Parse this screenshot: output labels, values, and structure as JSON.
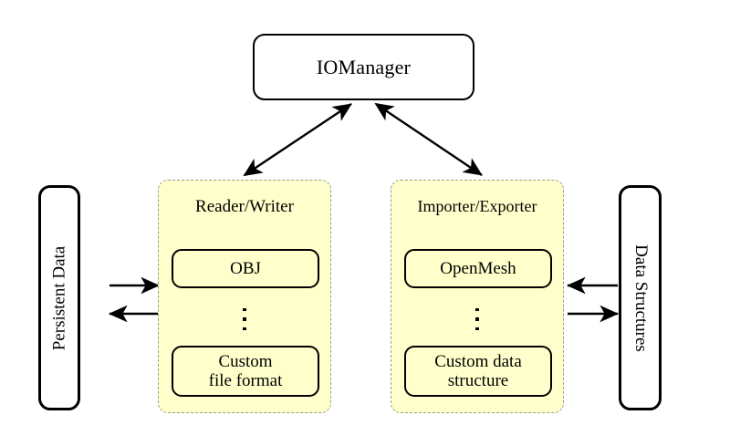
{
  "diagram": {
    "title_node": {
      "label": "IOManager"
    },
    "panels": [
      {
        "id": "reader-writer",
        "title": "Reader/Writer",
        "first_item": "OBJ",
        "last_item_line1": "Custom",
        "last_item_line2": "file format",
        "ellipsis": "vertical-dots"
      },
      {
        "id": "importer-exporter",
        "title": "Importer/Exporter",
        "first_item": "OpenMesh",
        "last_item_line1": "Custom data",
        "last_item_line2": "structure",
        "ellipsis": "vertical-dots"
      }
    ],
    "stores": [
      {
        "id": "persistent-data",
        "label": "Persistent Data",
        "orientation": "rotated-ccw"
      },
      {
        "id": "data-structures",
        "label": "Data Structures",
        "orientation": "rotated-cw"
      }
    ],
    "connections": [
      {
        "id": "manager-to-reader-writer",
        "from": "IOManager",
        "to": "Reader/Writer",
        "style": "double-headed-diagonal"
      },
      {
        "id": "manager-to-importer-exporter",
        "from": "IOManager",
        "to": "Importer/Exporter",
        "style": "double-headed-diagonal"
      },
      {
        "id": "persistent-data-to-reader-writer",
        "from": "Persistent Data",
        "to": "Reader/Writer",
        "style": "single-headed-right"
      },
      {
        "id": "reader-writer-to-persistent-data",
        "from": "Reader/Writer",
        "to": "Persistent Data",
        "style": "single-headed-left"
      },
      {
        "id": "data-structures-to-importer-exporter",
        "from": "Data Structures",
        "to": "Importer/Exporter",
        "style": "single-headed-left"
      },
      {
        "id": "importer-exporter-to-data-structures",
        "from": "Importer/Exporter",
        "to": "Data Structures",
        "style": "single-headed-right"
      }
    ],
    "colors": {
      "panel_fill": "#ffffcc",
      "panel_border": "#9a9a8e",
      "node_border": "#000000",
      "node_fill": "#ffffff",
      "background": "#ffffff",
      "arrow": "#000000"
    }
  }
}
